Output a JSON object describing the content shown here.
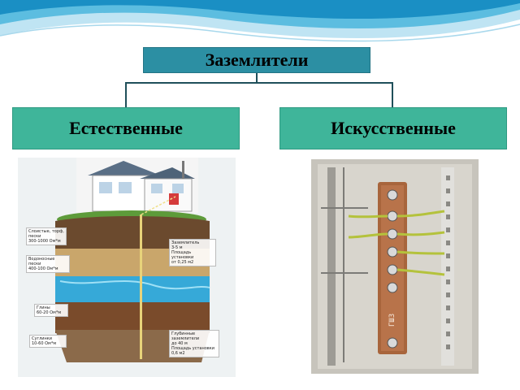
{
  "diagram": {
    "title": "Заземлители",
    "branches": [
      {
        "label": "Естественные"
      },
      {
        "label": "Искусственные"
      }
    ]
  },
  "soil_callouts": [
    "Слоистые, торф, пески\n300-1000 Ом*м",
    "Заземлитель\n3-5 м\nПлощадь установки\nот 0,25 м2",
    "Водоносные пески\n400-100 Ом*м",
    "Глины\n60-20 Ом*м",
    "Глубинные заземлители\nдо 40 м\nПлощадь установки\n0,6 м2",
    "Суглинки\n10-60 Ом*м"
  ],
  "panel_label": "ГШЗ",
  "colors": {
    "title_box": "#2c8fa3",
    "branch_box": "#3fb59a",
    "wave": "#2a9ac7"
  }
}
